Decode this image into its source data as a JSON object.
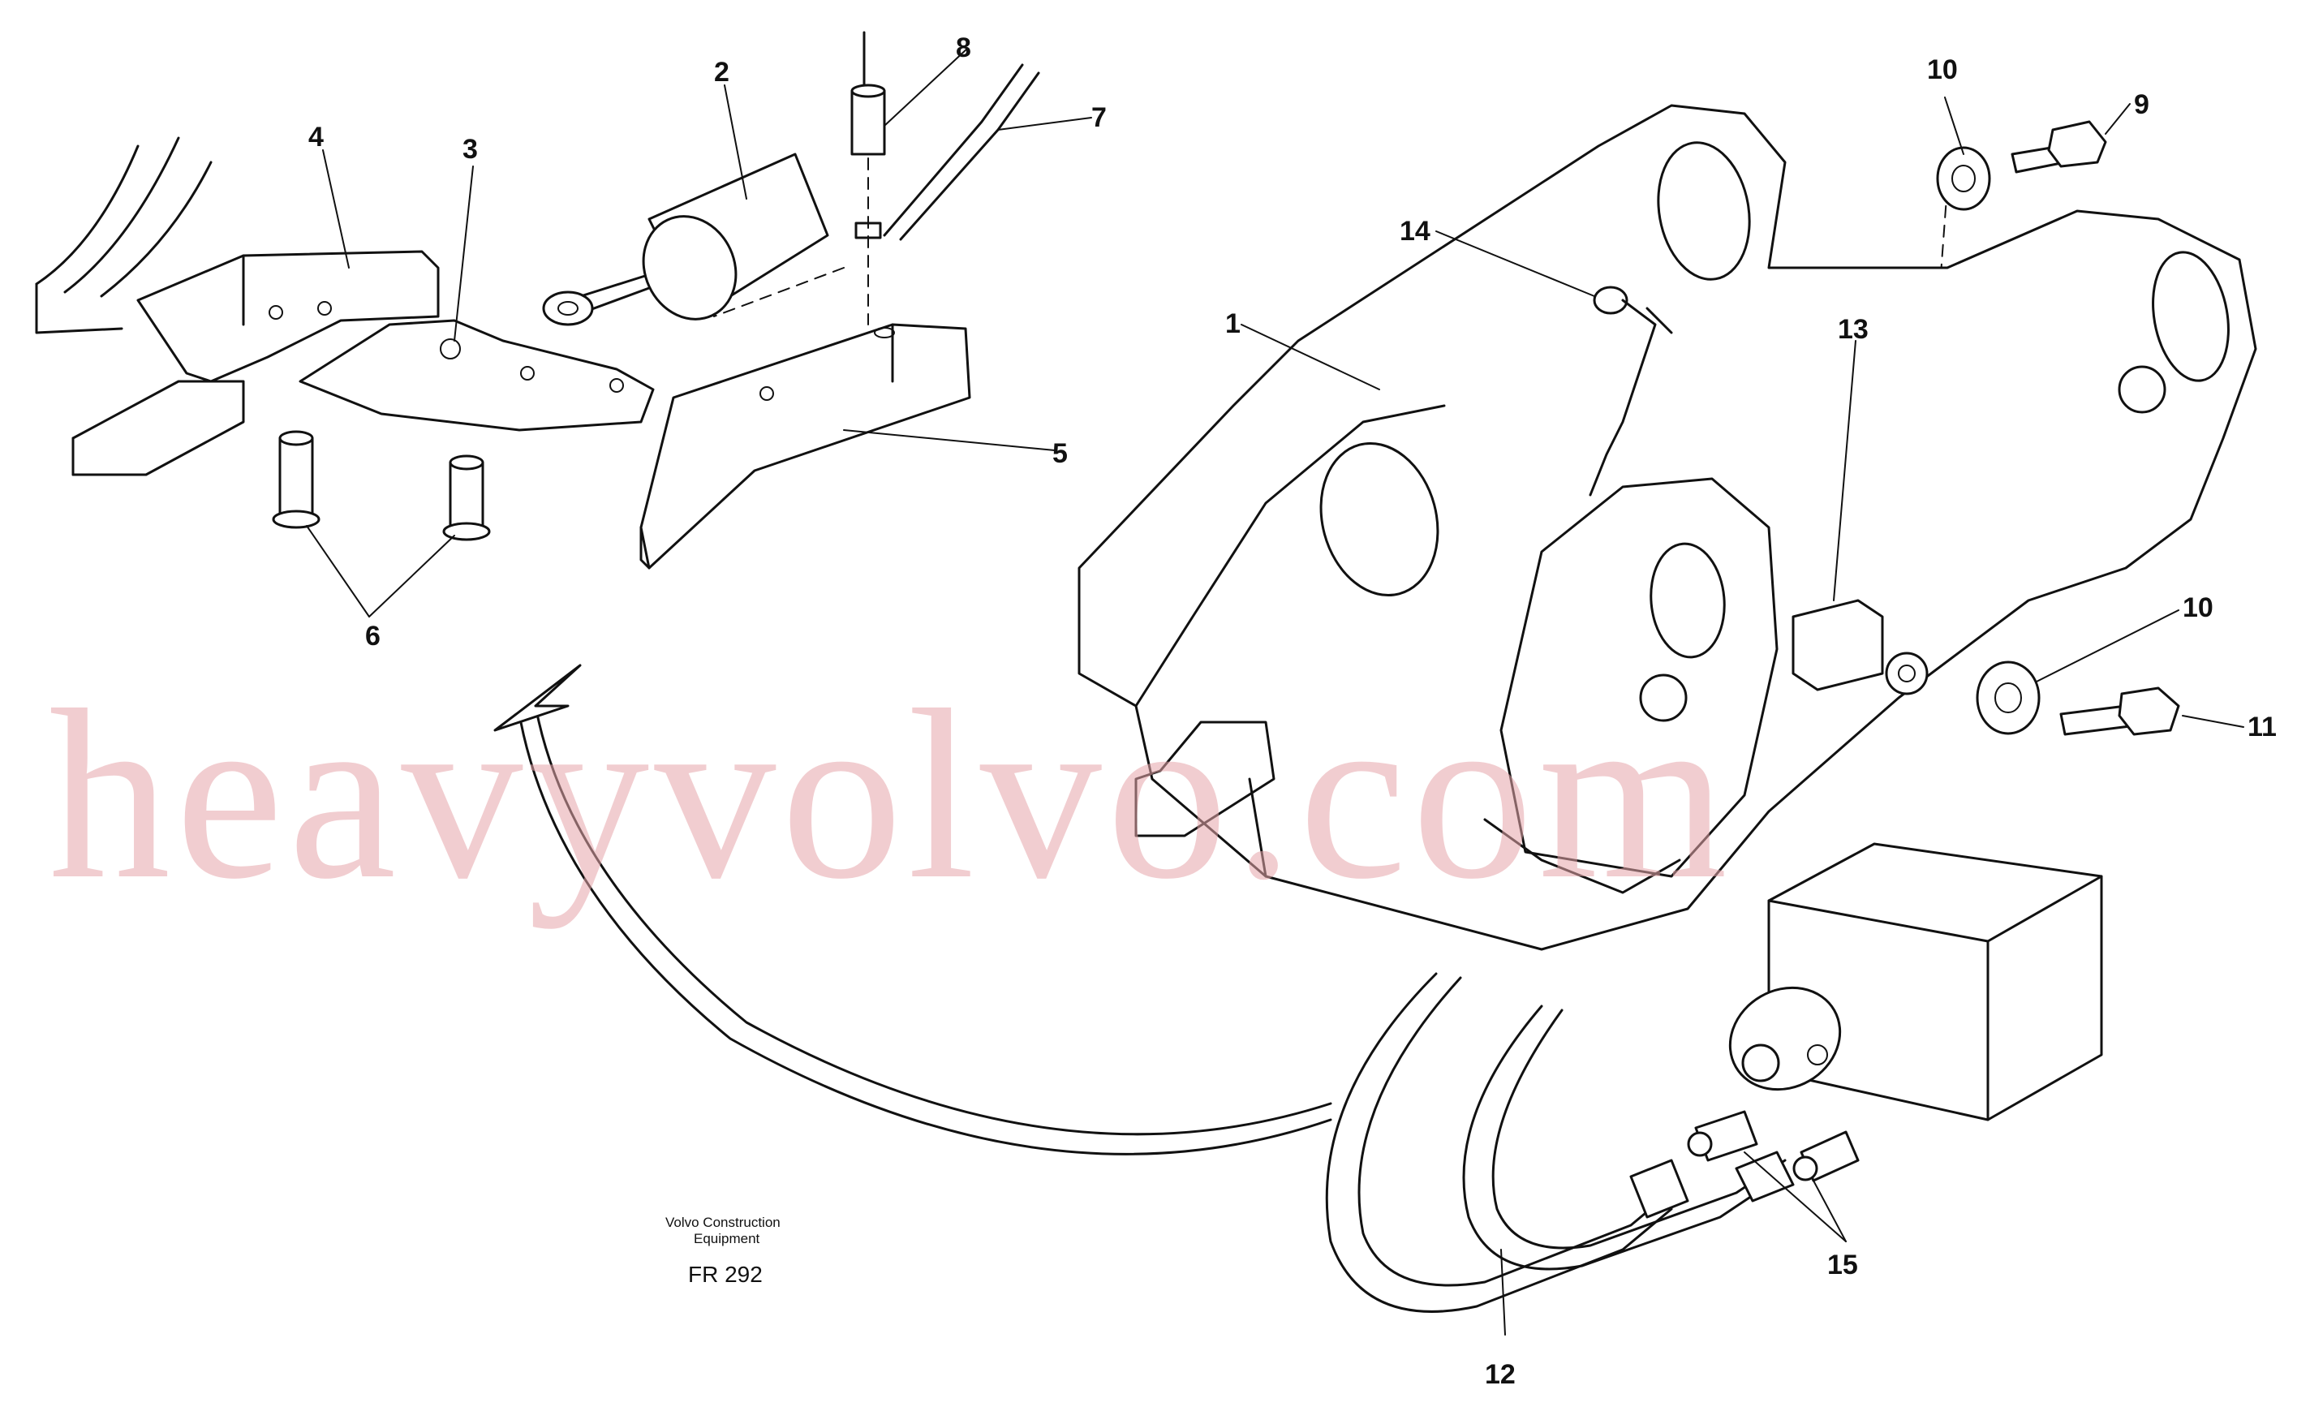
{
  "diagram": {
    "callouts": [
      "1",
      "2",
      "3",
      "4",
      "5",
      "6",
      "7",
      "8",
      "9",
      "10",
      "10",
      "11",
      "12",
      "13",
      "14",
      "15"
    ],
    "caption": {
      "maker_line1": "Volvo Construction",
      "maker_line2": "Equipment",
      "code": "FR 292"
    },
    "watermark": "heavyvolvo.com"
  }
}
